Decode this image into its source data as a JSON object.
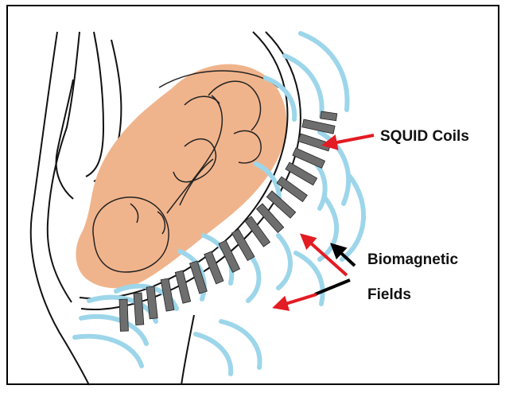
{
  "labels": {
    "squid_coils": "SQUID Coils",
    "biomagnetic_line1": "Biomagnetic",
    "biomagnetic_line2": "Fields"
  },
  "colors": {
    "skin_outline": "#111111",
    "fetus_fill": "#f0b48c",
    "field_lines": "#9dd6ea",
    "coil_fill": "#6e6e6e",
    "arrow_red": "#e31b23",
    "arrow_black": "#000000",
    "frame_border": "#000000"
  }
}
